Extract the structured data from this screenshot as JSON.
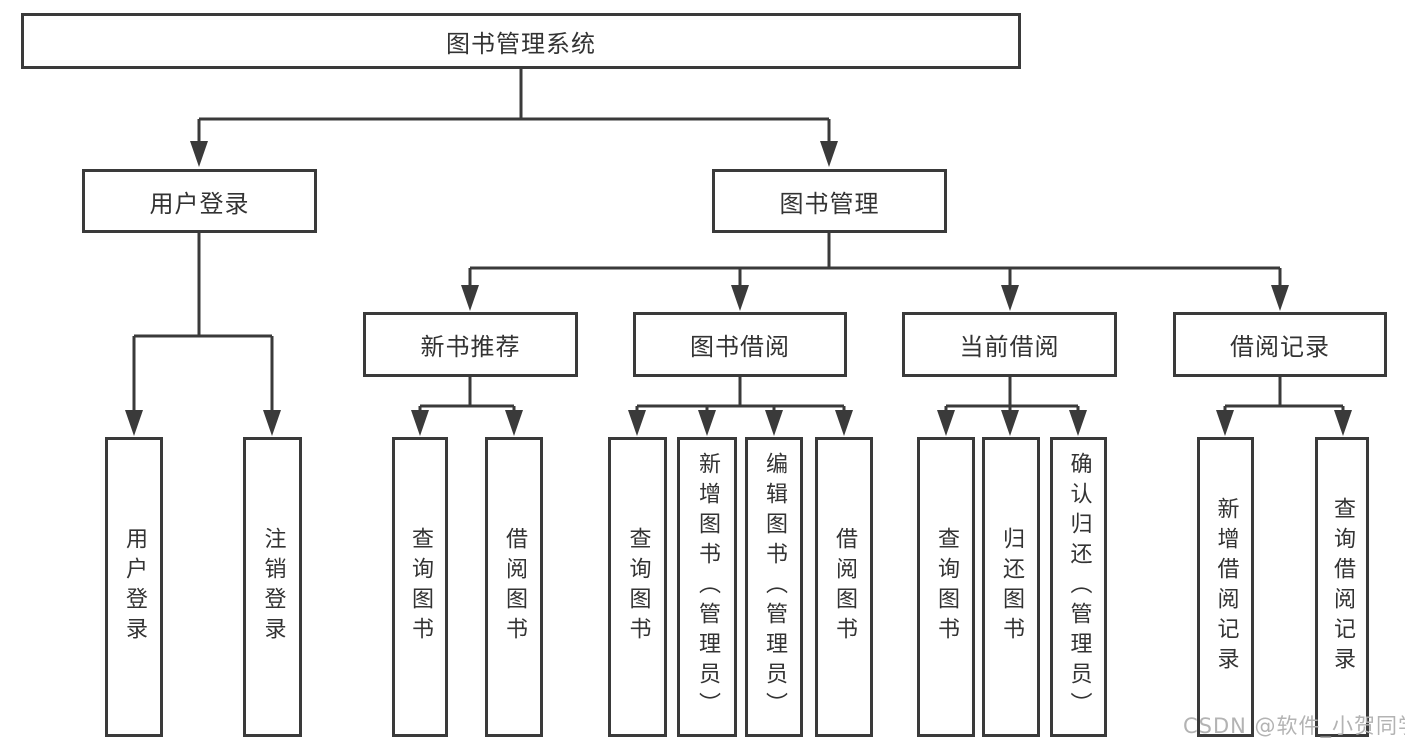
{
  "diagram": {
    "title": "图书管理系统",
    "root": {
      "label": "图书管理系统",
      "children": [
        {
          "label": "用户登录",
          "children": [
            {
              "label": "用户登录"
            },
            {
              "label": "注销登录"
            }
          ]
        },
        {
          "label": "图书管理",
          "children": [
            {
              "label": "新书推荐",
              "children": [
                {
                  "label": "查询图书"
                },
                {
                  "label": "借阅图书"
                }
              ]
            },
            {
              "label": "图书借阅",
              "children": [
                {
                  "label": "查询图书"
                },
                {
                  "label": "新增图书（管理员）"
                },
                {
                  "label": "编辑图书（管理员）"
                },
                {
                  "label": "借阅图书"
                }
              ]
            },
            {
              "label": "当前借阅",
              "children": [
                {
                  "label": "查询图书"
                },
                {
                  "label": "归还图书"
                },
                {
                  "label": "确认归还（管理员）"
                }
              ]
            },
            {
              "label": "借阅记录",
              "children": [
                {
                  "label": "新增借阅记录"
                },
                {
                  "label": "查询借阅记录"
                }
              ]
            }
          ]
        }
      ]
    }
  },
  "watermark": {
    "text": "CSDN @软件_小贺同学",
    "color": "#b3b3b3"
  },
  "colors": {
    "line": "#3a3a3a",
    "border": "#3a3a3a",
    "text": "#333333",
    "background": "#ffffff",
    "box_fill": "#ffffff"
  }
}
